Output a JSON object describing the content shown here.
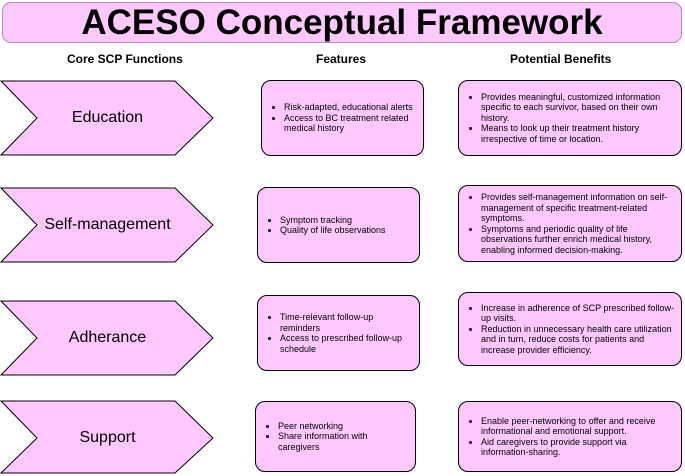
{
  "title": "ACESO Conceptual Framework",
  "columns": {
    "functions": "Core SCP Functions",
    "features": "Features",
    "benefits": "Potential Benefits"
  },
  "rows": [
    {
      "function": "Education",
      "features": [
        "Risk-adapted, educational alerts",
        "Access to BC treatment related medical history"
      ],
      "benefits": [
        "Provides meaningful, customized information specific to each survivor, based on their own history.",
        "Means to look up their treatment history irrespective of time or location."
      ]
    },
    {
      "function": "Self-management",
      "features": [
        "Symptom tracking",
        "Quality of life observations"
      ],
      "benefits": [
        "Provides self-management information on self-management of specific treatment-related symptoms.",
        "Symptoms and periodic quality of life observations further enrich medical history, enabling informed decision-making."
      ]
    },
    {
      "function": "Adherance",
      "features": [
        "Time-relevant follow-up reminders",
        "Access to prescribed follow-up schedule"
      ],
      "benefits": [
        "Increase in adherence of SCP prescribed follow-up visits.",
        "Reduction in unnecessary health care utilization and in turn, reduce costs for patients and increase provider efficiency."
      ]
    },
    {
      "function": "Support",
      "features": [
        "Peer networking",
        "Share information with caregivers"
      ],
      "benefits": [
        "Enable peer-networking to offer and receive informational and emotional support.",
        "Aid caregivers to provide support via information-sharing."
      ]
    }
  ],
  "colors": {
    "fill": "#ffc8ff",
    "stroke": "#000000"
  }
}
